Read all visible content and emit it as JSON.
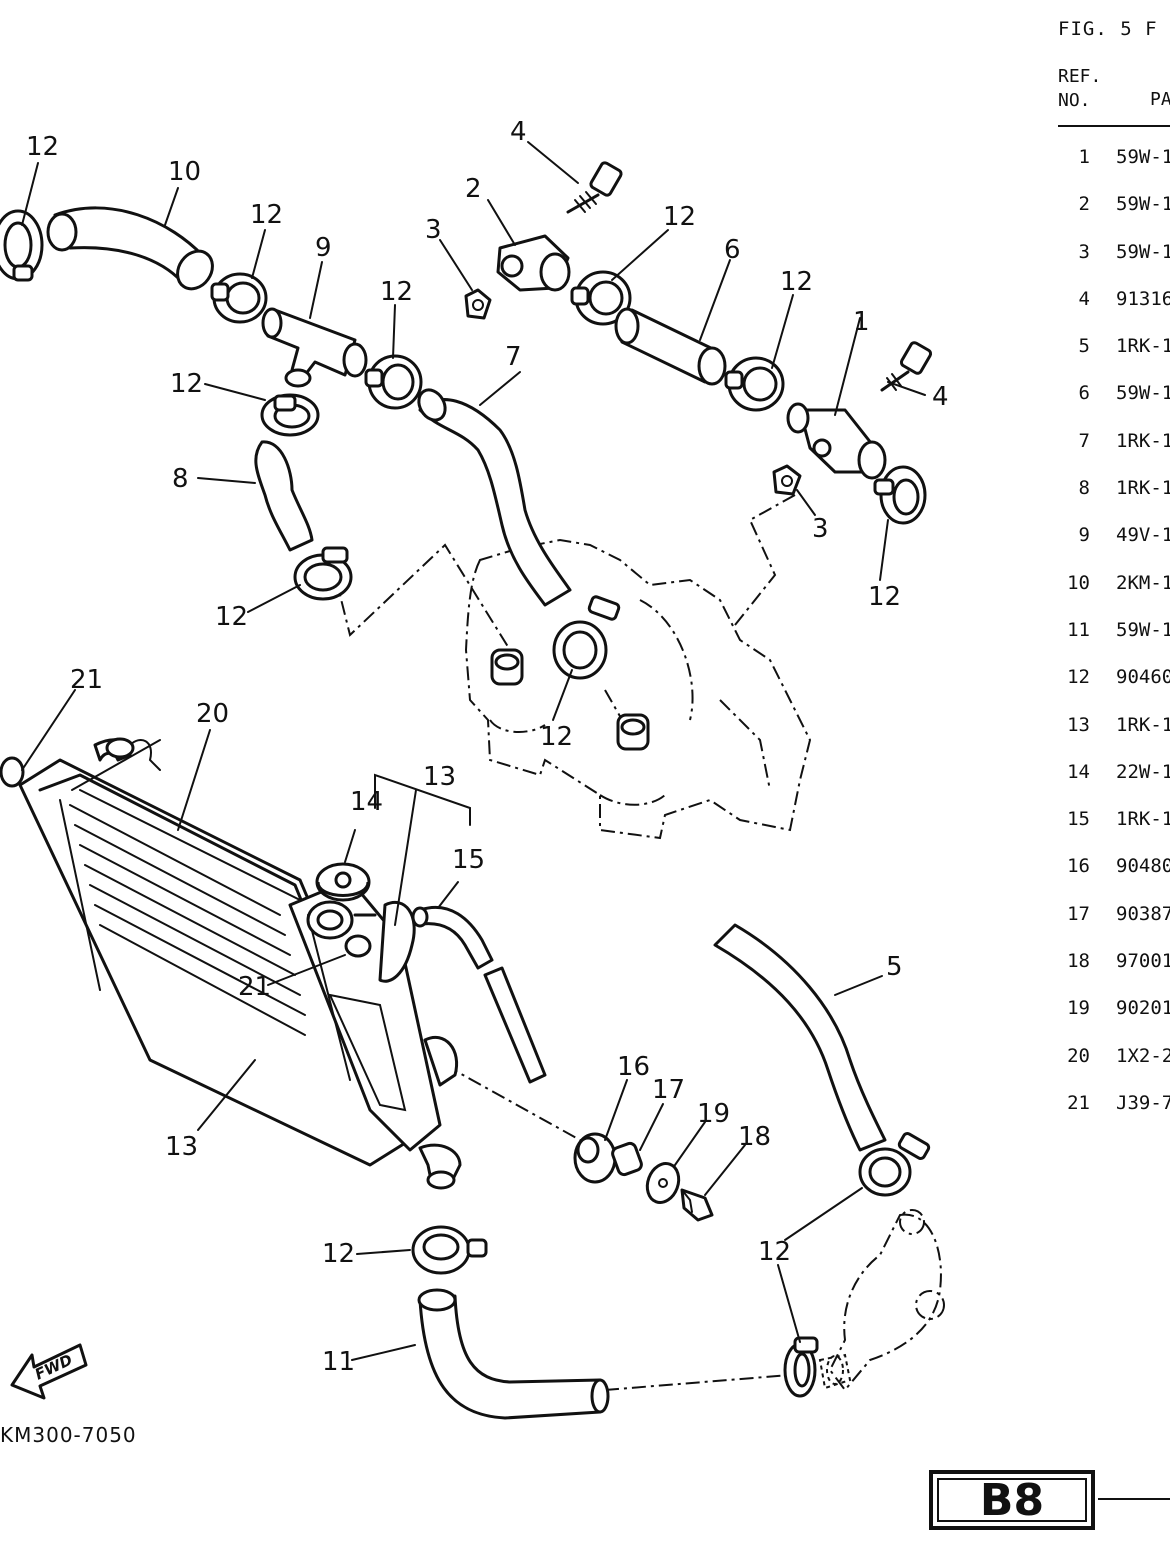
{
  "figure": {
    "title": "FIG. 5 F",
    "ref_header": "REF. NO.",
    "part_header": "PA",
    "drawing_code": "KM300-7050",
    "page_tag": "B8",
    "fwd_label": "FWD"
  },
  "callouts": [
    "12",
    "10",
    "12",
    "9",
    "12",
    "3",
    "2",
    "4",
    "12",
    "6",
    "12",
    "1",
    "4",
    "12",
    "7",
    "8",
    "12",
    "3",
    "12",
    "12",
    "21",
    "20",
    "14",
    "13",
    "15",
    "21",
    "13",
    "5",
    "16",
    "17",
    "19",
    "18",
    "12",
    "12",
    "11"
  ],
  "parts": [
    {
      "ref": "1",
      "part_no": "59W-1"
    },
    {
      "ref": "2",
      "part_no": "59W-1"
    },
    {
      "ref": "3",
      "part_no": "59W-1"
    },
    {
      "ref": "4",
      "part_no": "91316"
    },
    {
      "ref": "5",
      "part_no": "1RK-1"
    },
    {
      "ref": "6",
      "part_no": "59W-1"
    },
    {
      "ref": "7",
      "part_no": "1RK-1"
    },
    {
      "ref": "8",
      "part_no": "1RK-1"
    },
    {
      "ref": "9",
      "part_no": "49V-1"
    },
    {
      "ref": "10",
      "part_no": "2KM-1"
    },
    {
      "ref": "11",
      "part_no": "59W-1"
    },
    {
      "ref": "12",
      "part_no": "90460"
    },
    {
      "ref": "13",
      "part_no": "1RK-1"
    },
    {
      "ref": "14",
      "part_no": "22W-1"
    },
    {
      "ref": "15",
      "part_no": "1RK-1"
    },
    {
      "ref": "16",
      "part_no": "90480"
    },
    {
      "ref": "17",
      "part_no": "90387"
    },
    {
      "ref": "18",
      "part_no": "97001"
    },
    {
      "ref": "19",
      "part_no": "90201"
    },
    {
      "ref": "20",
      "part_no": "1X2-2"
    },
    {
      "ref": "21",
      "part_no": "J39-7"
    }
  ]
}
